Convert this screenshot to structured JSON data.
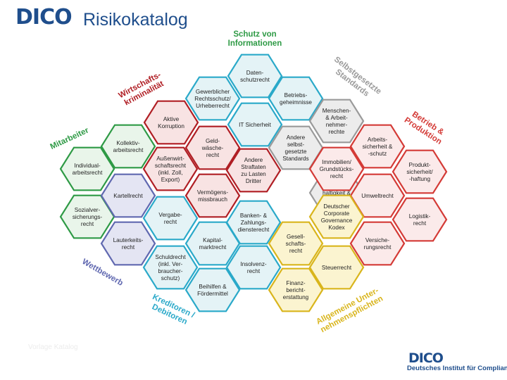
{
  "header": {
    "logo": "DICO",
    "title": "Risikokatalog"
  },
  "colors": {
    "green": "#2e9a45",
    "darkred": "#b01e24",
    "grey": "#9a9a9a",
    "red": "#d43a36",
    "purple": "#6068b0",
    "teal": "#2aa9c9",
    "gold": "#d9b51c",
    "fill_green": "#e9f5ea",
    "fill_darkred": "#f8e3e3",
    "fill_grey": "#ececec",
    "fill_red": "#fbeaea",
    "fill_purple": "#e4e5f3",
    "fill_teal": "#e4f3f6",
    "fill_gold": "#fbf4d0"
  },
  "groups": [
    {
      "id": "schutz",
      "text": "Schutz von\nInformationen",
      "color": "green"
    },
    {
      "id": "wirtschaft",
      "text": "Wirtschafts-\nkriminalität",
      "color": "darkred"
    },
    {
      "id": "selbst",
      "text": "Selbstgesetzte\nStandards",
      "color": "grey"
    },
    {
      "id": "betrieb",
      "text": "Betrieb &\nProduktion",
      "color": "red"
    },
    {
      "id": "mitarbeiter",
      "text": "Mitarbeiter",
      "color": "green"
    },
    {
      "id": "wettbewerb",
      "text": "Wettbewerb",
      "color": "purple"
    },
    {
      "id": "kreditoren",
      "text": "Kreditoren /\nDebitoren",
      "color": "teal"
    },
    {
      "id": "allgemein",
      "text": "Allgemeine Unter-\nnehmenspflichten",
      "color": "gold"
    }
  ],
  "hexagons": [
    {
      "text": "Daten-\nschutzrecht",
      "color": "teal"
    },
    {
      "text": "Gewerblicher\nRechtsschutz/\nUrheberrecht",
      "color": "teal"
    },
    {
      "text": "Betriebs-\ngeheimnisse",
      "color": "teal"
    },
    {
      "text": "IT Sicherheit",
      "color": "teal"
    },
    {
      "text": "Aktive\nKorruption",
      "color": "darkred"
    },
    {
      "text": "Geld-\nwäsche-\nrecht",
      "color": "darkred"
    },
    {
      "text": "Außenwirt-\nschaftsrecht\n(inkl. Zoll,\nExport)",
      "color": "darkred"
    },
    {
      "text": "Andere\nStraftaten\nzu Lasten\nDritter",
      "color": "darkred"
    },
    {
      "text": "Vermögens-\nmissbrauch",
      "color": "darkred"
    },
    {
      "text": "Menschen-\n& Arbeit-\nnehmer-\nrechte",
      "color": "grey"
    },
    {
      "text": "Andere\nselbst-\ngesetzte\nStandards",
      "color": "grey"
    },
    {
      "text": "Nach-\nhaltigkeit &\nUmwelt",
      "color": "grey"
    },
    {
      "text": "Arbeits-\nsicherheit &\n-schutz",
      "color": "red"
    },
    {
      "text": "Immobilien/\nGrundstücks-\nrecht",
      "color": "red"
    },
    {
      "text": "Produkt-\nsicherheit/\n-haftung",
      "color": "red"
    },
    {
      "text": "Umweltrecht",
      "color": "red"
    },
    {
      "text": "Logistik-\nrecht",
      "color": "red"
    },
    {
      "text": "Versiche-\nrungsrecht",
      "color": "red"
    },
    {
      "text": "Kollektiv-\narbeitsrecht",
      "color": "green"
    },
    {
      "text": "Individual-\narbeitsrecht",
      "color": "green"
    },
    {
      "text": "Sozialver-\nsicherungs-\nrecht",
      "color": "green"
    },
    {
      "text": "Kartellrecht",
      "color": "purple"
    },
    {
      "text": "Lauterkeits-\nrecht",
      "color": "purple"
    },
    {
      "text": "Vergabe-\nrecht",
      "color": "teal"
    },
    {
      "text": "Kapital-\nmarktrecht",
      "color": "teal"
    },
    {
      "text": "Banken- &\nZahlungs-\ndiensterecht",
      "color": "teal"
    },
    {
      "text": "Schuldrecht\n(inkl. Ver-\nbraucher-\nschutz)",
      "color": "teal"
    },
    {
      "text": "Insolvenz-\nrecht",
      "color": "teal"
    },
    {
      "text": "Beihilfen &\nFördermittel",
      "color": "teal"
    },
    {
      "text": "Deutscher\nCorporate\nGovernance\nKodex",
      "color": "gold"
    },
    {
      "text": "Gesell-\nschafts-\nrecht",
      "color": "gold"
    },
    {
      "text": "Steuerrecht",
      "color": "gold"
    },
    {
      "text": "Finanz-\nbericht-\nerstattung",
      "color": "gold"
    }
  ],
  "footer": {
    "note": "Vorlage Katalog",
    "logo": "DICO",
    "logo_sub": "Deutsches Institut für Compliance"
  }
}
